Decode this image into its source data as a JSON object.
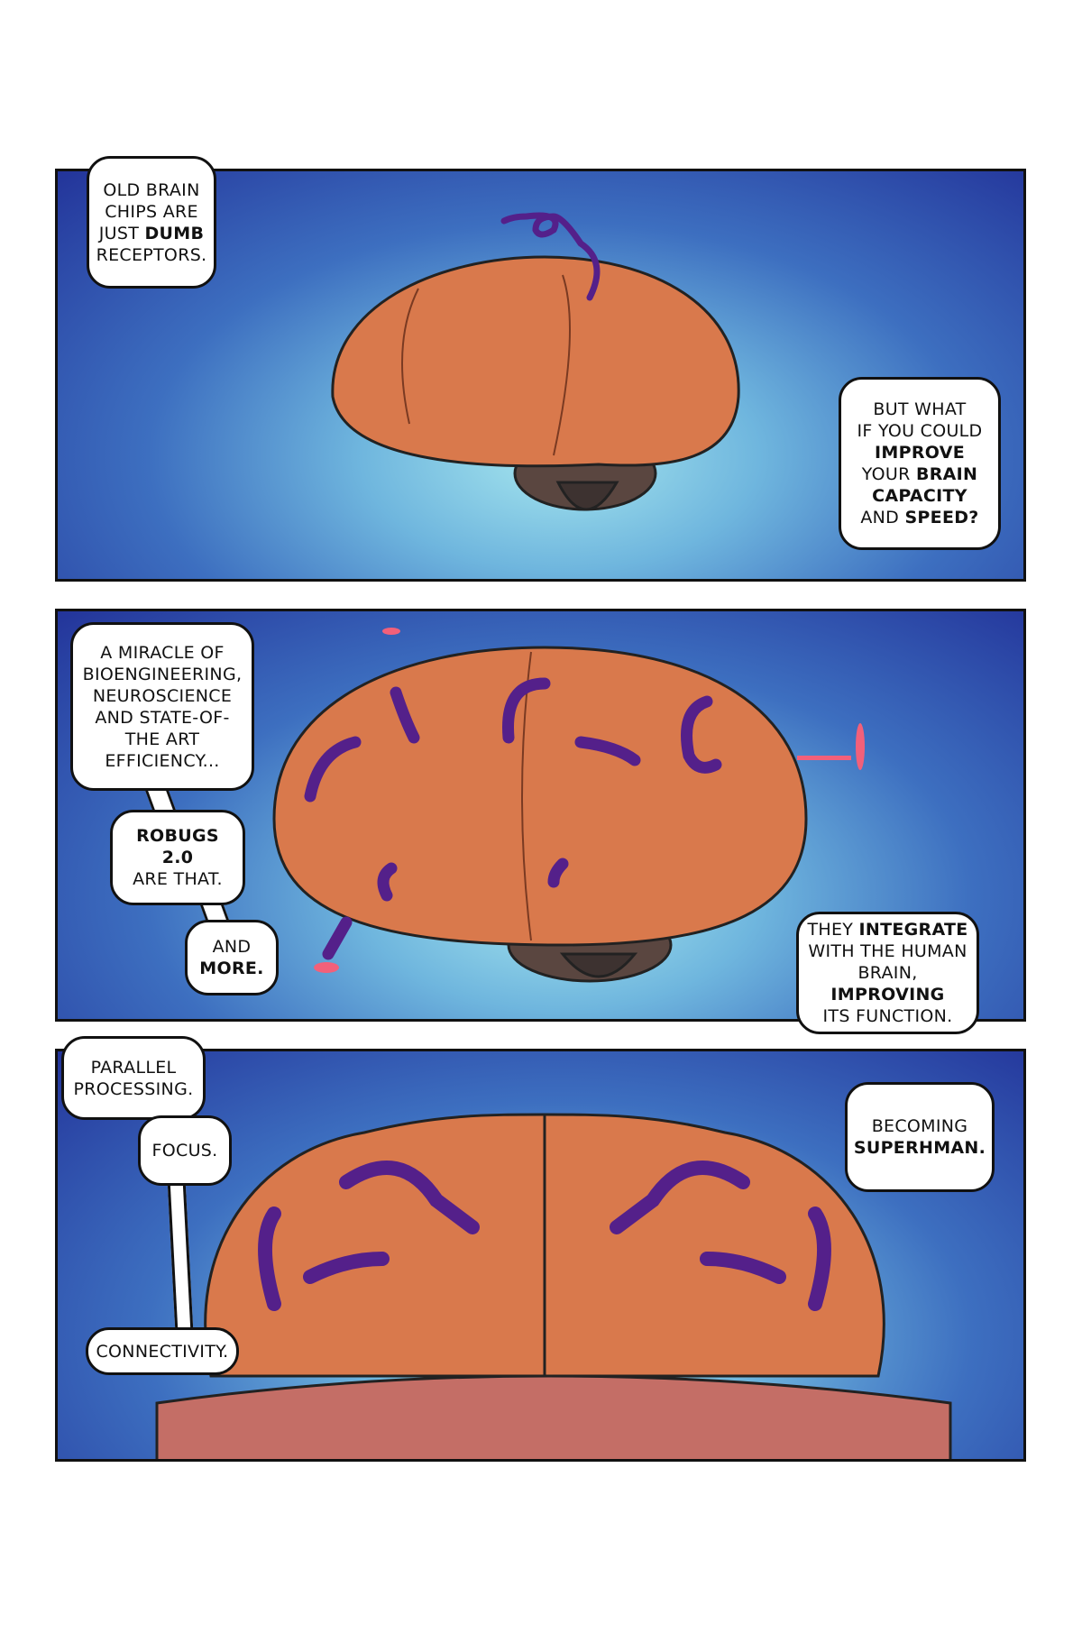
{
  "panels": [
    {
      "balloons": [
        {
          "lines": [
            [
              {
                "t": "OLD BRAIN"
              }
            ],
            [
              {
                "t": "CHIPS ARE"
              }
            ],
            [
              {
                "t": "JUST "
              },
              {
                "t": "DUMB",
                "b": true
              }
            ],
            [
              {
                "t": "RECEPTORS."
              }
            ]
          ]
        },
        {
          "lines": [
            [
              {
                "t": "BUT WHAT"
              }
            ],
            [
              {
                "t": "IF YOU COULD"
              }
            ],
            [
              {
                "t": "IMPROVE",
                "b": true
              }
            ],
            [
              {
                "t": "YOUR "
              },
              {
                "t": "BRAIN",
                "b": true
              }
            ],
            [
              {
                "t": "CAPACITY",
                "b": true
              }
            ],
            [
              {
                "t": "AND "
              },
              {
                "t": "SPEED?",
                "b": true
              }
            ]
          ]
        }
      ]
    },
    {
      "balloons": [
        {
          "lines": [
            [
              {
                "t": "A MIRACLE OF"
              }
            ],
            [
              {
                "t": "BIOENGINEERING,"
              }
            ],
            [
              {
                "t": "NEUROSCIENCE"
              }
            ],
            [
              {
                "t": "AND STATE-OF-"
              }
            ],
            [
              {
                "t": "THE ART"
              }
            ],
            [
              {
                "t": "EFFICIENCY..."
              }
            ]
          ]
        },
        {
          "lines": [
            [
              {
                "t": "ROBUGS",
                "b": true
              }
            ],
            [
              {
                "t": "2.0",
                "b": true
              }
            ],
            [
              {
                "t": "ARE THAT."
              }
            ]
          ]
        },
        {
          "lines": [
            [
              {
                "t": "AND"
              }
            ],
            [
              {
                "t": "MORE.",
                "b": true
              }
            ]
          ]
        },
        {
          "lines": [
            [
              {
                "t": "THEY "
              },
              {
                "t": "INTEGRATE",
                "b": true
              }
            ],
            [
              {
                "t": "WITH THE HUMAN"
              }
            ],
            [
              {
                "t": "BRAIN, "
              },
              {
                "t": "IMPROVING",
                "b": true
              }
            ],
            [
              {
                "t": "ITS FUNCTION."
              }
            ]
          ]
        }
      ]
    },
    {
      "balloons": [
        {
          "lines": [
            [
              {
                "t": "PARALLEL"
              }
            ],
            [
              {
                "t": "PROCESSING."
              }
            ]
          ]
        },
        {
          "lines": [
            [
              {
                "t": "FOCUS."
              }
            ]
          ]
        },
        {
          "lines": [
            [
              {
                "t": "CONNECTIVITY."
              }
            ]
          ]
        },
        {
          "lines": [
            [
              {
                "t": "BECOMING"
              }
            ],
            [
              {
                "t": "SUPERHMAN.",
                "b": true
              }
            ]
          ]
        }
      ]
    }
  ],
  "colors": {
    "brain": "#d9794c",
    "cerebellum": "#5a4640",
    "robug": "#54208a",
    "robug_accent": "#f2607a",
    "table": "#c46e66"
  }
}
